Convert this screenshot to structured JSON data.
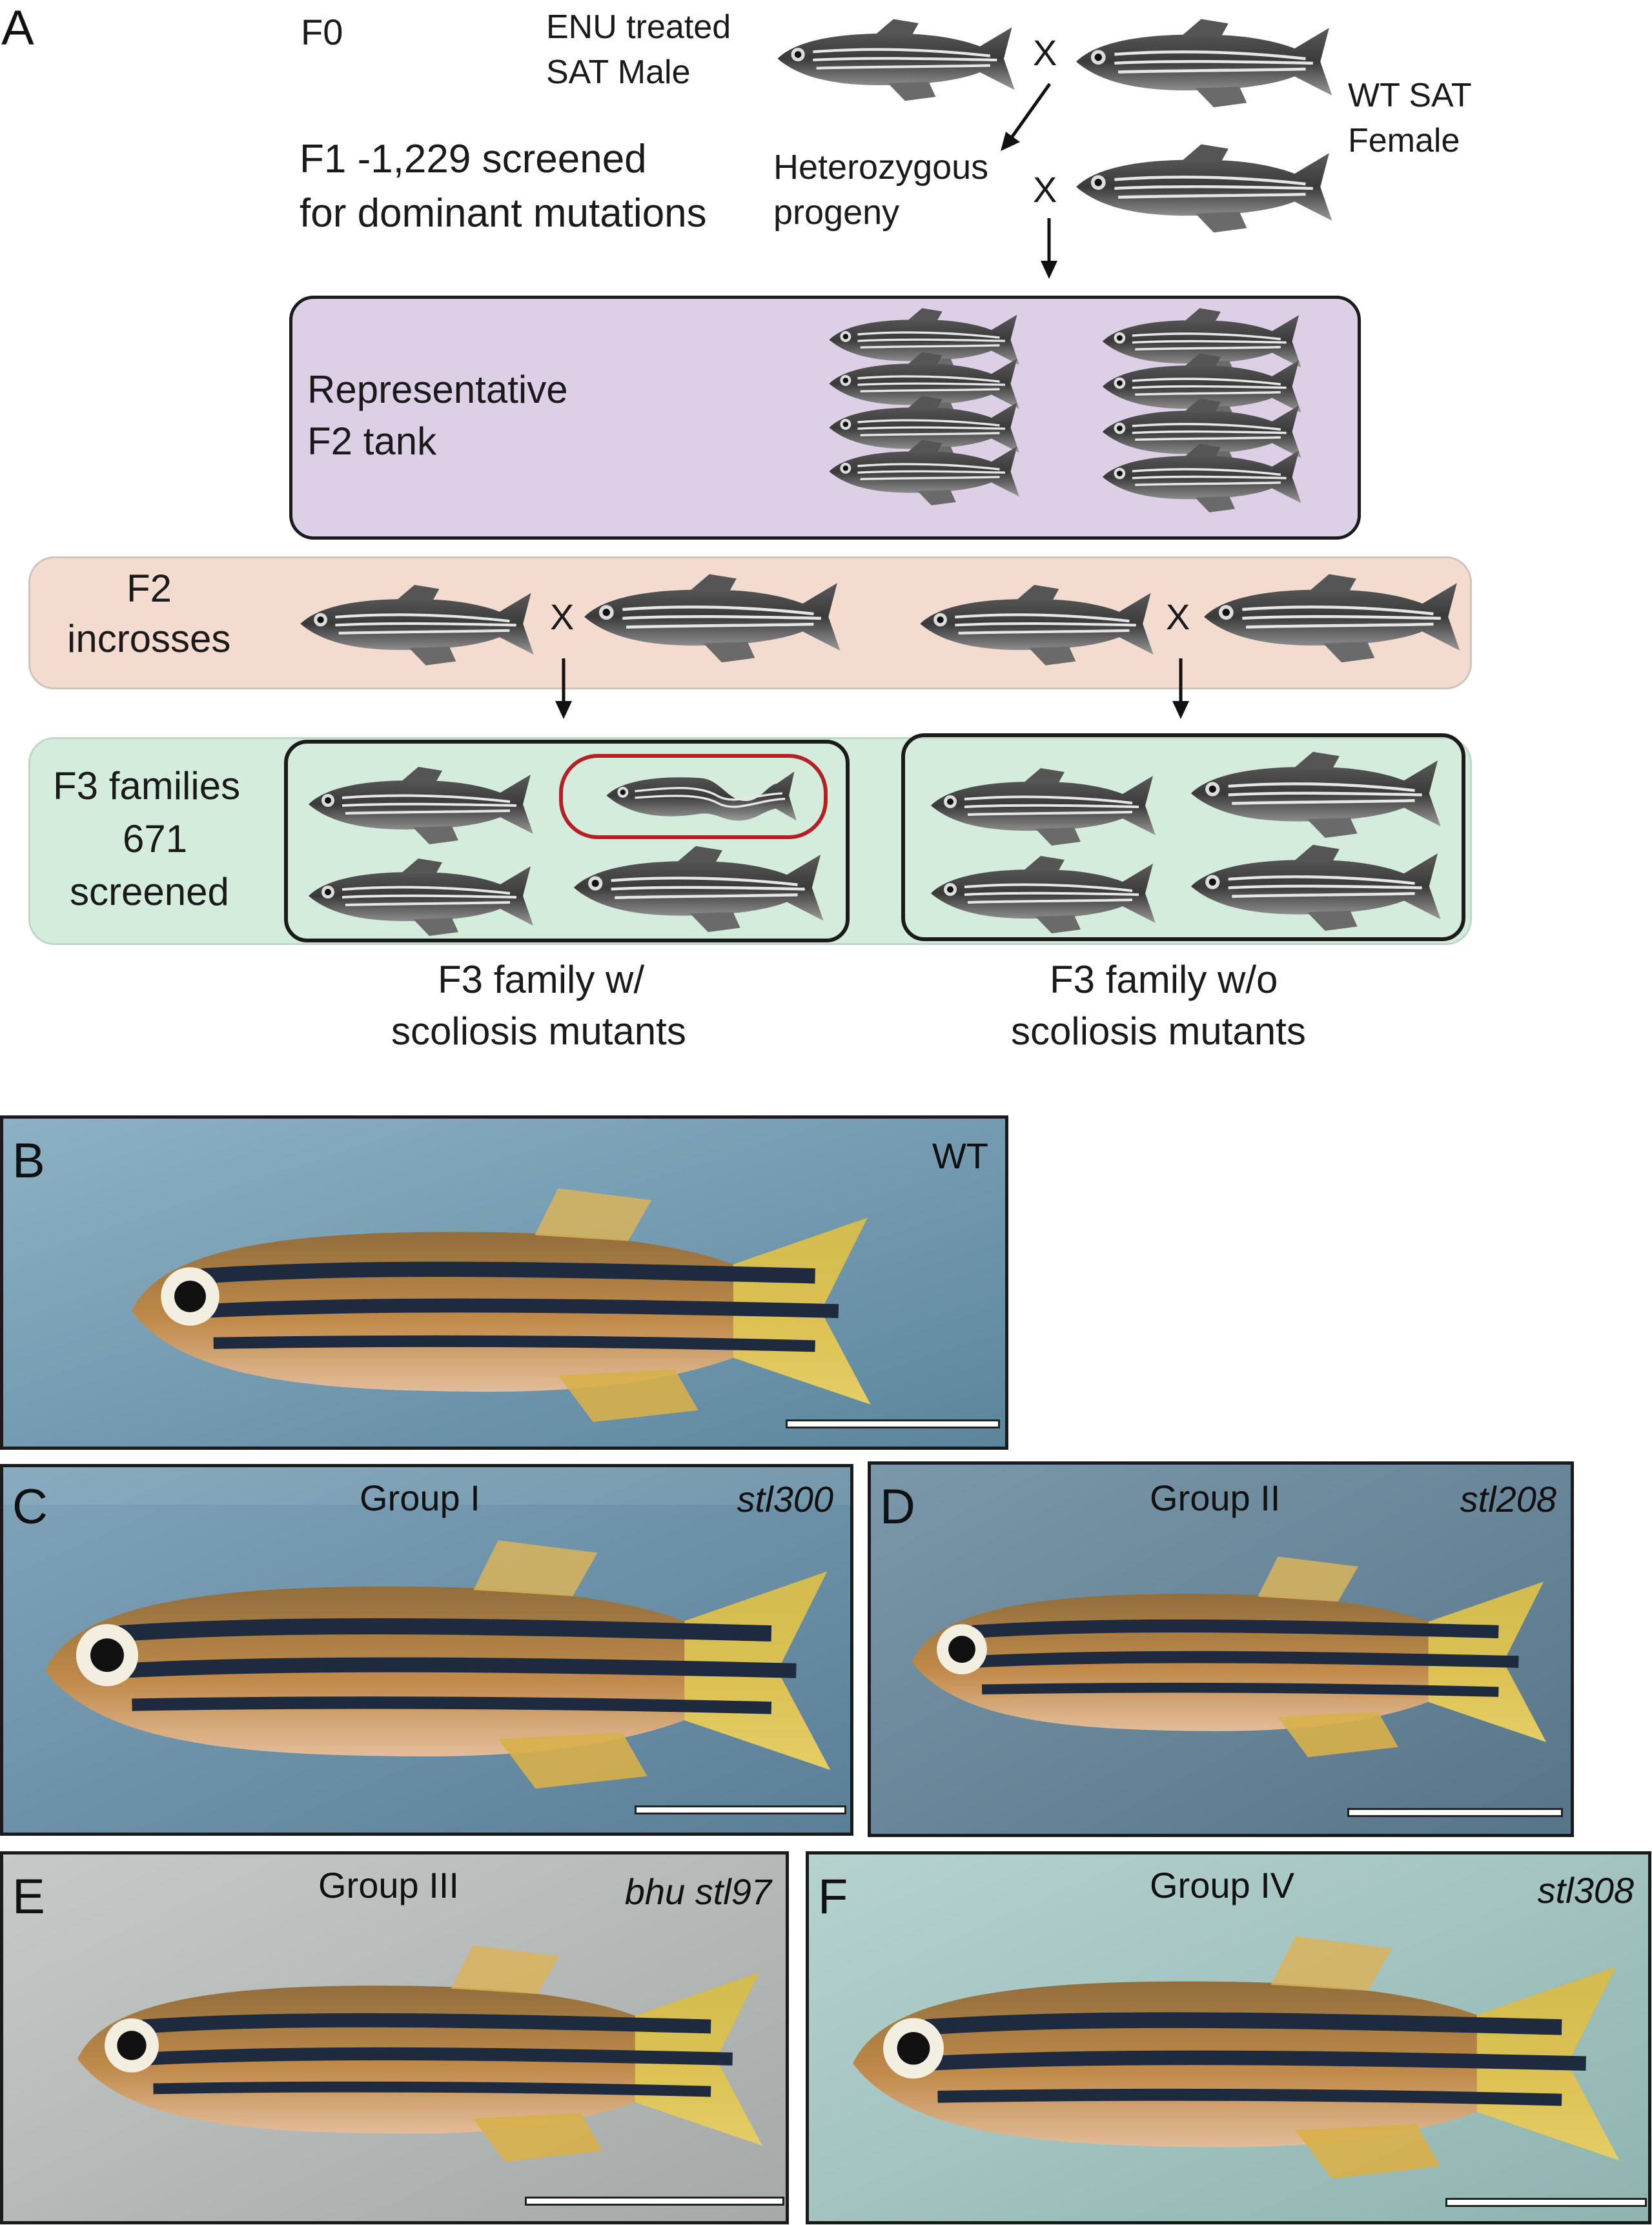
{
  "panelA": {
    "letter": "A",
    "f0": "F0",
    "enu_line1": "ENU treated",
    "enu_line2": "SAT Male",
    "cross": "X",
    "wt_line1": "WT SAT",
    "wt_line2": "Female",
    "f1_line1": "F1 -1,229 screened",
    "f1_line2": "for dominant mutations",
    "het_line1": "Heterozygous",
    "het_line2": "progeny",
    "f2tank_line1": "Representative",
    "f2tank_line2": "F2 tank",
    "f2inc_line1": "F2",
    "f2inc_line2": "incrosses",
    "f3_line1": "F3 families",
    "f3_line2": "671",
    "f3_line3": "screened",
    "fam_with_line1": "F3 family w/",
    "fam_with_line2": "scoliosis mutants",
    "fam_without_line1": "F3 family w/o",
    "fam_without_line2": "scoliosis mutants"
  },
  "panels": [
    {
      "letter": "B",
      "group": "",
      "allele": "WT"
    },
    {
      "letter": "C",
      "group": "Group I",
      "allele": "stl300"
    },
    {
      "letter": "D",
      "group": "Group II",
      "allele": "stl208"
    },
    {
      "letter": "E",
      "group": "Group III",
      "allele": "bhu stl97"
    },
    {
      "letter": "F",
      "group": "Group IV",
      "allele": "stl308"
    }
  ],
  "colors": {
    "f2_tank": "#ddd0e6",
    "f2_incross": "#f3dbcf",
    "f3_band": "#d4ecdc",
    "mutant_highlight": "#b52025",
    "photo_bg": "#6d8fa3"
  }
}
